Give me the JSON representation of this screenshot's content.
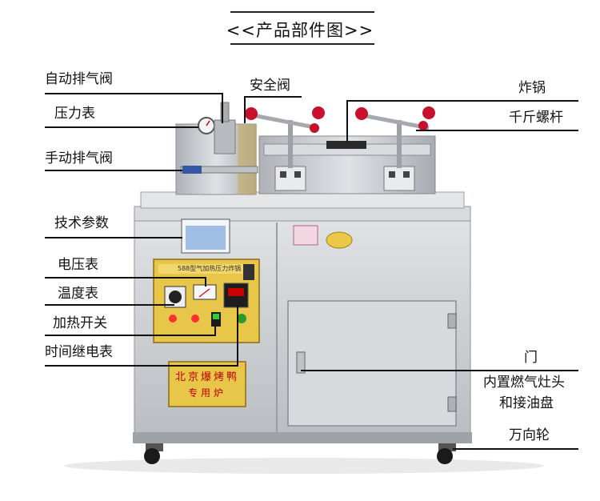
{
  "title": "<<产品部件图>>",
  "labels": {
    "auto_vent_valve": "自动排气阀",
    "pressure_gauge": "压力表",
    "manual_vent_valve": "手动排气阀",
    "tech_params": "技术参数",
    "voltmeter": "电压表",
    "thermometer": "温度表",
    "heating_switch": "加热开关",
    "timer_relay": "时间继电表",
    "safety_valve": "安全阀",
    "fryer_pot": "炸锅",
    "jack_screw": "千斤螺杆",
    "door": "门",
    "burner_line1": "内置燃气灶头",
    "burner_line2": "和接油盘",
    "caster": "万向轮"
  },
  "panel": {
    "model_text": "588型气加热压力炸锅",
    "brand_text": "北京爆烤鸭",
    "brand_sub": "专用炉"
  },
  "colors": {
    "steel": "#c9ccd0",
    "panel_yellow": "#e8c64a",
    "knob_red": "#c8102e"
  }
}
